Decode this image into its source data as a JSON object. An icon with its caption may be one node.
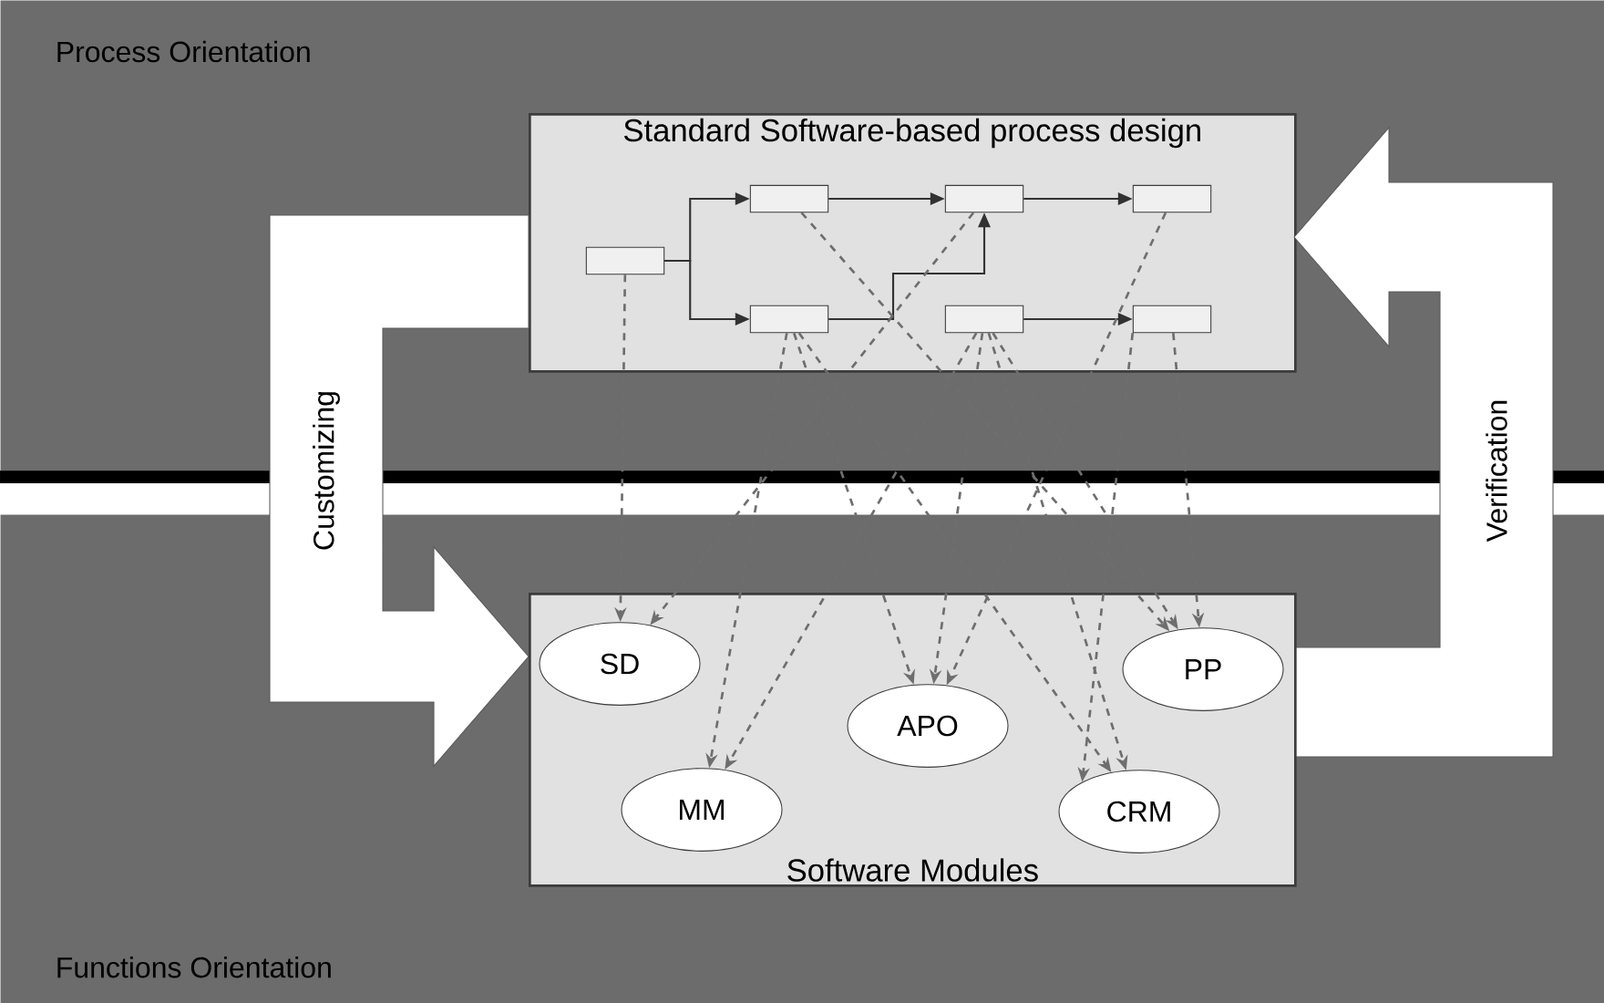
{
  "diagram": {
    "nodes": [
      {
        "text": [
          "Process Orientation"
        ]
      },
      {
        "text": [
          "Standard Software-based process design"
        ],
        "in": 0
      },
      {
        "text": [],
        "shape": "box",
        "in": 1
      },
      {
        "text": [],
        "shape": "box",
        "in": 1
      },
      {
        "text": [],
        "shape": "box",
        "in": 1
      },
      {
        "text": [],
        "shape": "box",
        "in": 1
      },
      {
        "text": [],
        "shape": "box",
        "in": 1
      },
      {
        "text": [],
        "shape": "box",
        "in": 1
      },
      {
        "text": [],
        "shape": "box",
        "in": 1
      },
      {
        "text": [
          "Customizing"
        ]
      },
      {
        "text": [
          "Verification"
        ]
      },
      {
        "text": [
          "Functions Orientation"
        ]
      },
      {
        "text": [
          "Software Modules"
        ],
        "in": 11
      },
      {
        "text": [
          "SD"
        ],
        "in": 12
      },
      {
        "text": [
          "PP"
        ],
        "in": 12
      },
      {
        "text": [
          "APO"
        ],
        "in": 12
      },
      {
        "text": [
          "MM"
        ],
        "in": 12
      },
      {
        "text": [
          "CRM"
        ],
        "in": 12
      }
    ],
    "edges": [
      {
        "from": 2,
        "to": 3,
        "arrow": "to"
      },
      {
        "from": 2,
        "to": 6,
        "arrow": "to"
      },
      {
        "from": 3,
        "to": 4,
        "arrow": "to"
      },
      {
        "from": 6,
        "to": 4,
        "arrow": "to"
      },
      {
        "from": 4,
        "to": 5,
        "arrow": "to"
      },
      {
        "from": 7,
        "to": 8,
        "arrow": "to"
      },
      {
        "from": 2,
        "to": 13,
        "arrow": "to",
        "style": "dashed"
      },
      {
        "from": 4,
        "to": 13,
        "arrow": "to",
        "style": "dashed"
      },
      {
        "from": 6,
        "to": 16,
        "arrow": "to",
        "style": "dashed"
      },
      {
        "from": 7,
        "to": 16,
        "arrow": "to",
        "style": "dashed"
      },
      {
        "from": 6,
        "to": 15,
        "arrow": "to",
        "style": "dashed"
      },
      {
        "from": 7,
        "to": 15,
        "arrow": "to",
        "style": "dashed"
      },
      {
        "from": 5,
        "to": 15,
        "arrow": "to",
        "style": "dashed"
      },
      {
        "from": 3,
        "to": 14,
        "arrow": "to",
        "style": "dashed"
      },
      {
        "from": 7,
        "to": 14,
        "arrow": "to",
        "style": "dashed"
      },
      {
        "from": 8,
        "to": 14,
        "arrow": "to",
        "style": "dashed"
      },
      {
        "from": 6,
        "to": 17,
        "arrow": "to",
        "style": "dashed"
      },
      {
        "from": 7,
        "to": 17,
        "arrow": "to",
        "style": "dashed"
      },
      {
        "from": 8,
        "to": 17,
        "arrow": "to",
        "style": "dashed"
      }
    ]
  }
}
